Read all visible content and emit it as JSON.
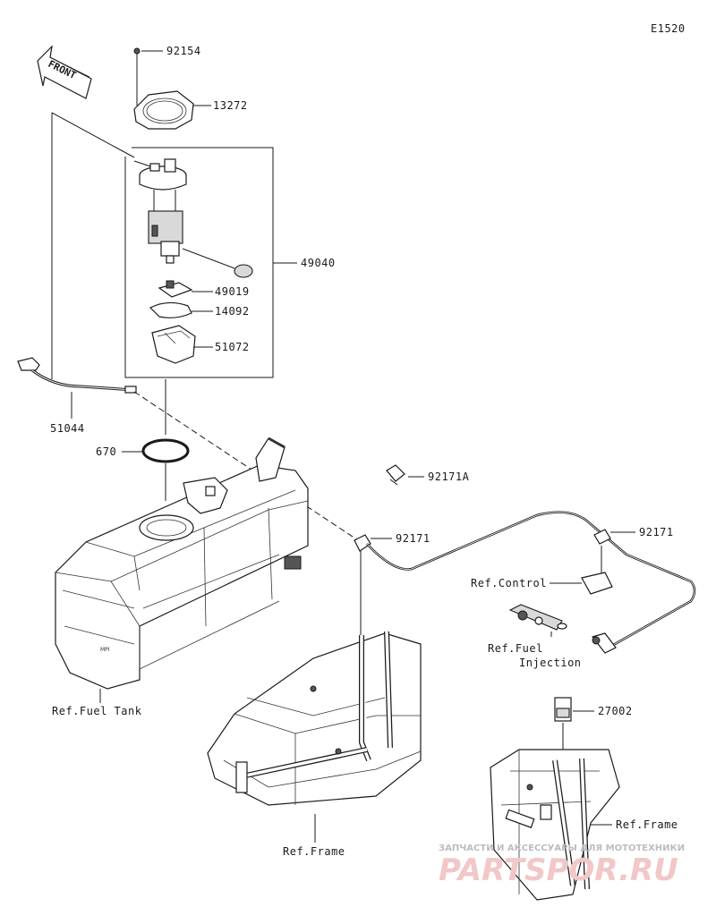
{
  "diagram_code": "E1520",
  "front_label": "FRONT",
  "parts": {
    "p92154": "92154",
    "p13272": "13272",
    "p49040": "49040",
    "p49019": "49019",
    "p14092": "14092",
    "p51072": "51072",
    "p51044": "51044",
    "p670": "670",
    "p92171A": "92171A",
    "p92171_a": "92171",
    "p92171_b": "92171",
    "p27002": "27002"
  },
  "refs": {
    "control": "Ref.Control",
    "fuel_inj_1": "Ref.Fuel",
    "fuel_inj_2": "Injection",
    "fuel_tank": "Ref.Fuel Tank",
    "frame_left": "Ref.Frame",
    "frame_right": "Ref.Frame"
  },
  "watermark": {
    "line1": "ЗАПЧАСТИ И АКСЕССУАРЫ ДЛЯ МОТОТЕХНИКИ",
    "line2": "PARTSPOR.RU"
  }
}
